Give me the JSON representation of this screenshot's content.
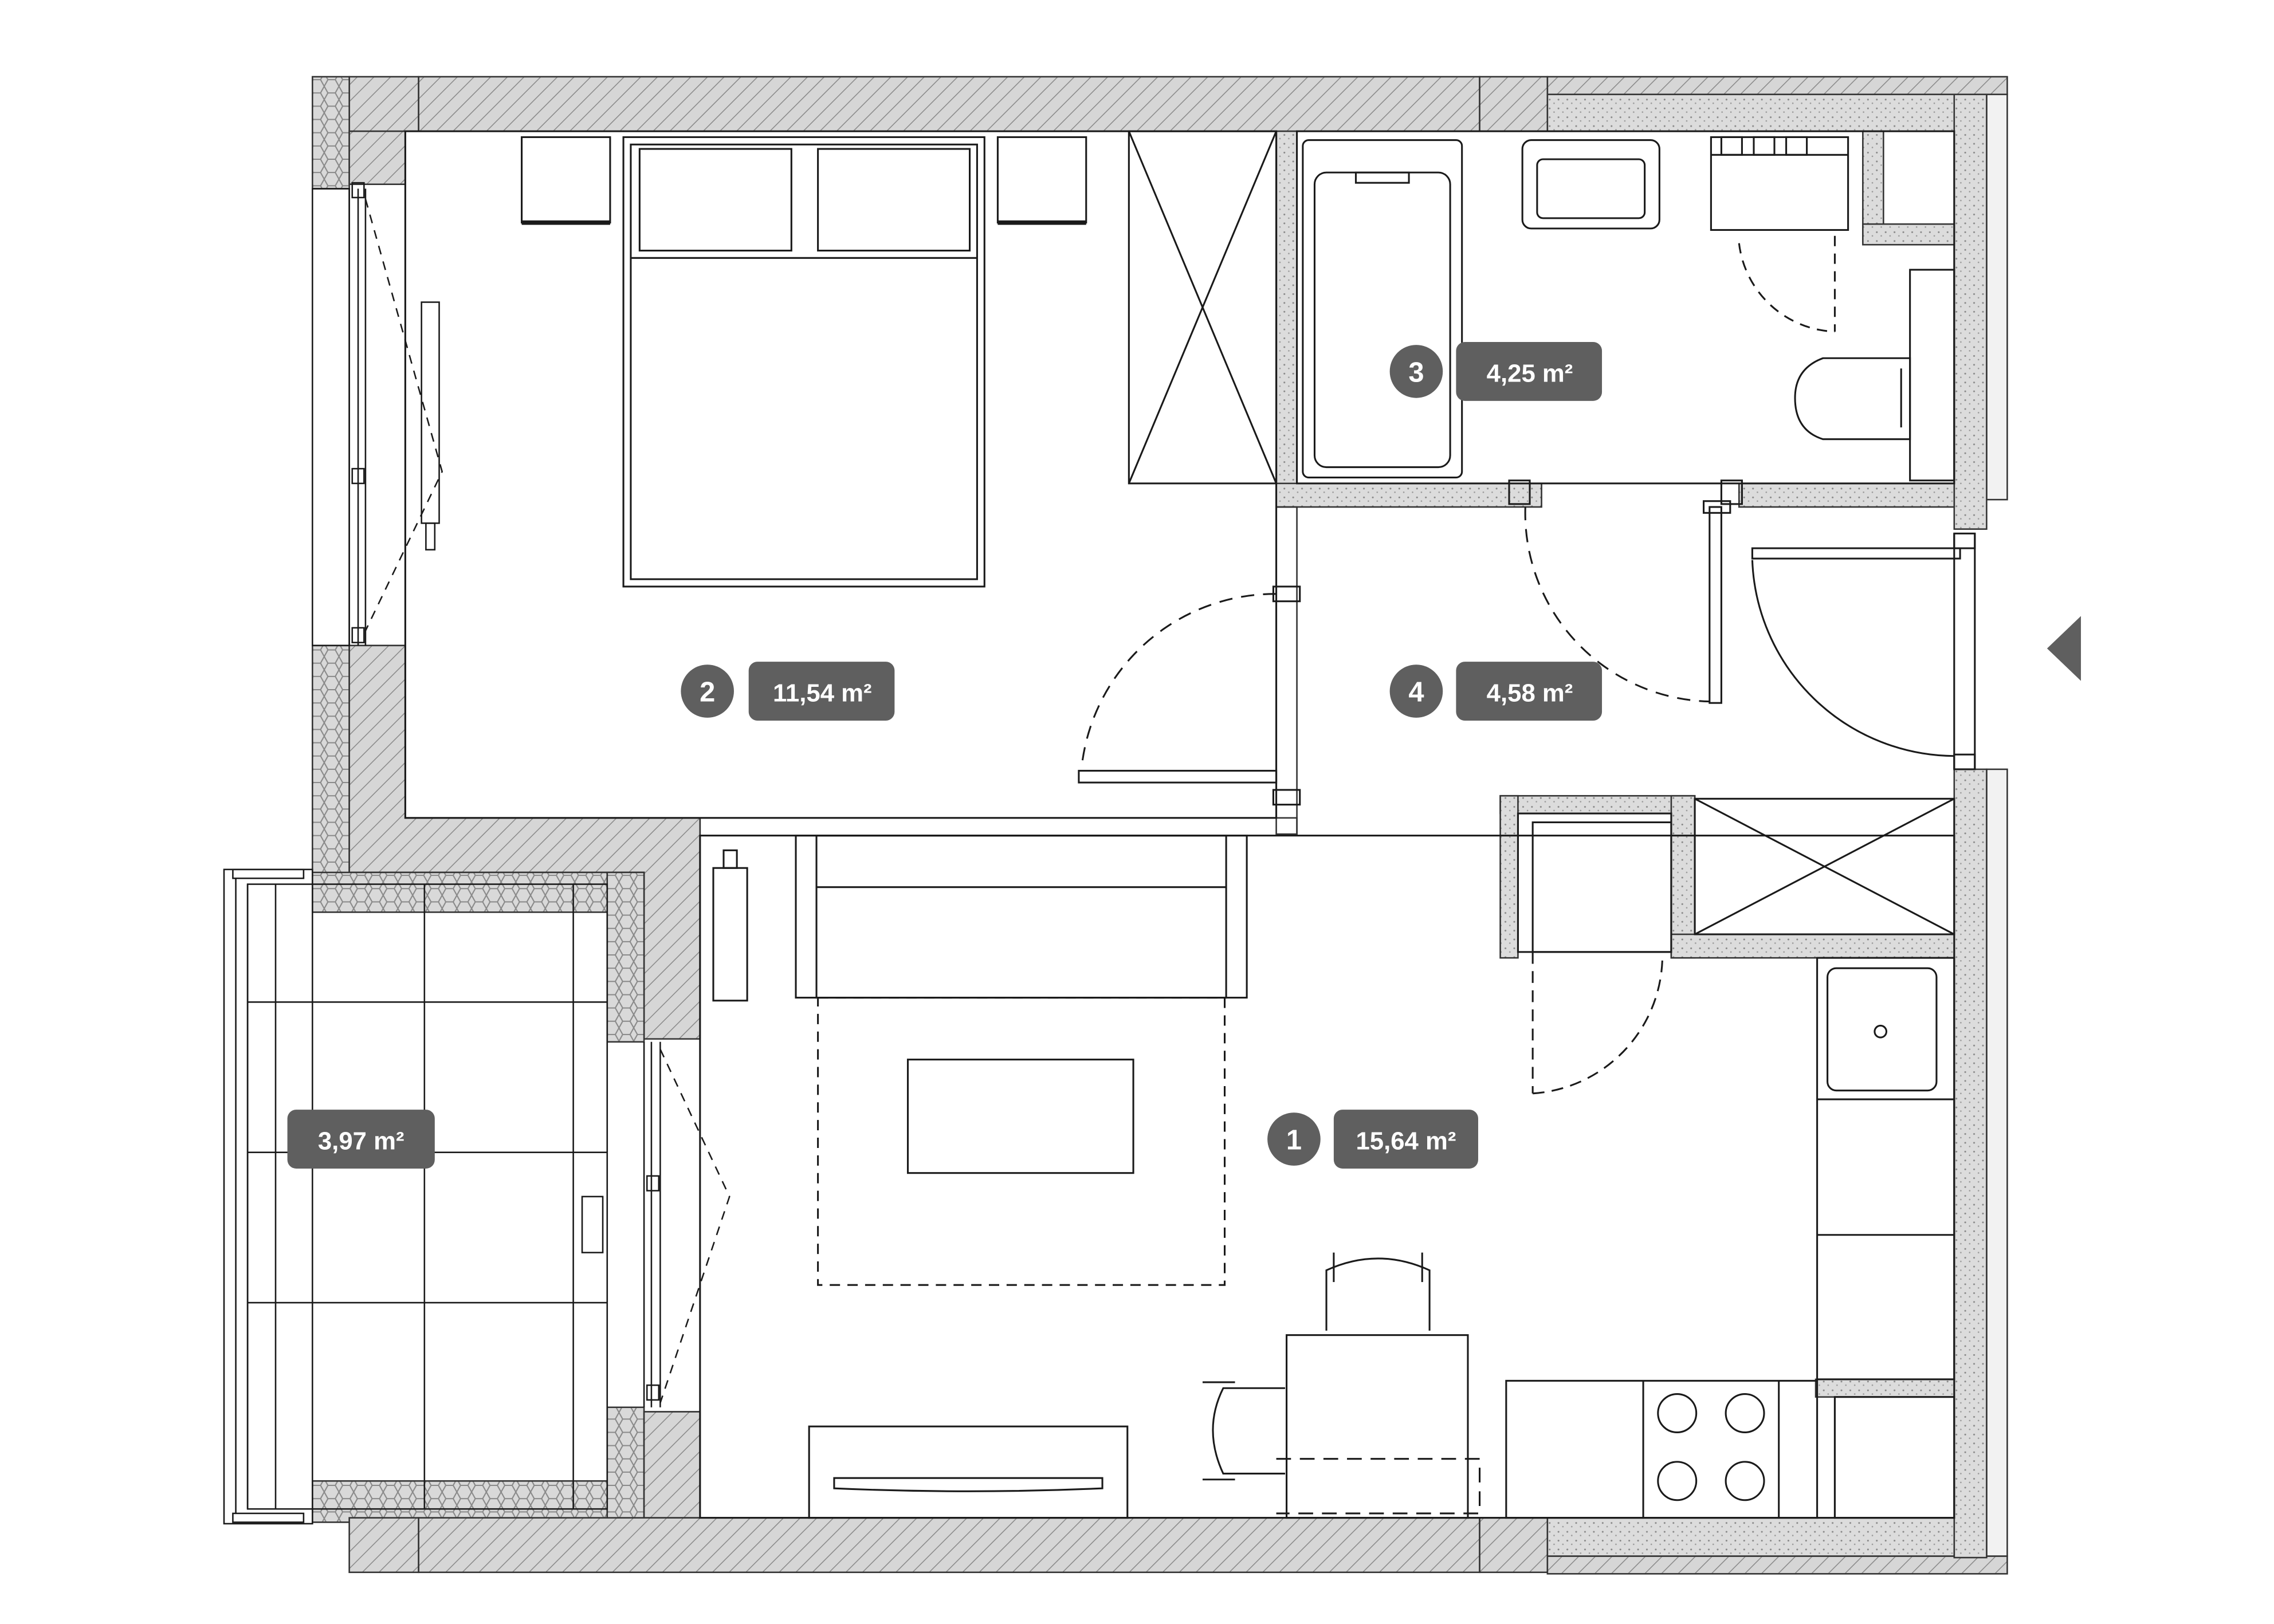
{
  "rooms": [
    {
      "number": "1",
      "area": "15,64 m²"
    },
    {
      "number": "2",
      "area": "11,54 m²"
    },
    {
      "number": "3",
      "area": "4,25 m²"
    },
    {
      "number": "4",
      "area": "4,58 m²"
    }
  ],
  "balcony": {
    "area": "3,97 m²"
  },
  "colors": {
    "label_fill": "#5f5f5f",
    "wall_hatch": "#c9c9c9",
    "line": "#1a1a1a"
  },
  "icons": {
    "entrance": "entrance-triangle-icon"
  }
}
